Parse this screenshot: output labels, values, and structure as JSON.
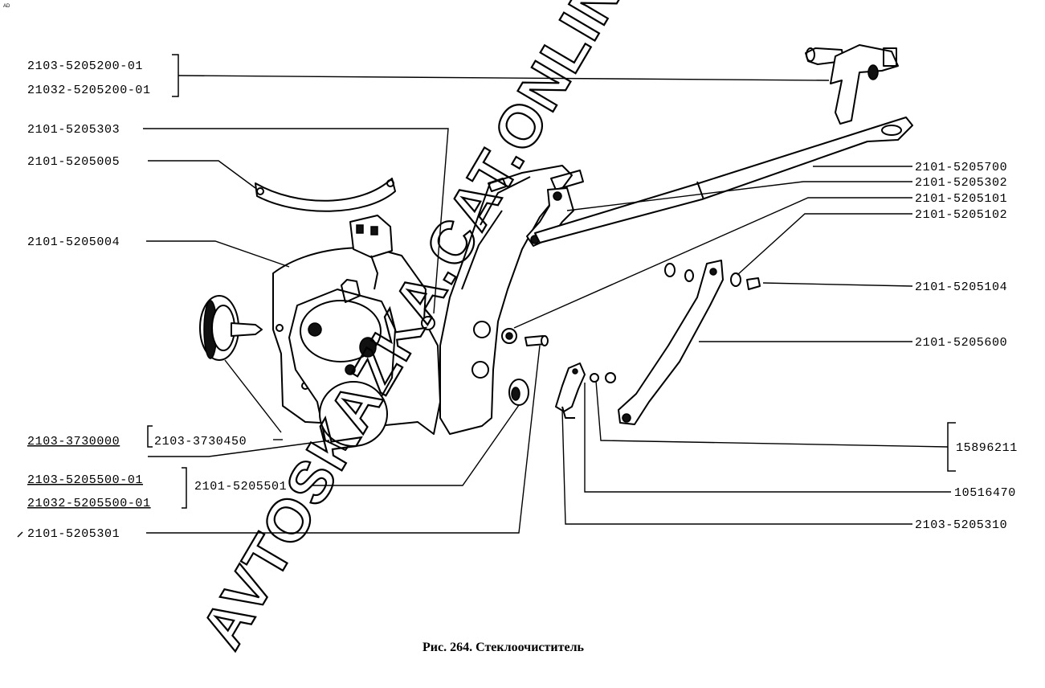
{
  "corner_mark": "AD",
  "labels": {
    "p2103_5205200_01": "2103-5205200-01",
    "p21032_5205200_01": "21032-5205200-01",
    "p2101_5205303": "2101-5205303",
    "p2101_5205005": "2101-5205005",
    "p2101_5205004": "2101-5205004",
    "p2103_3730000": "2103-3730000",
    "p2103_3730450": "2103-3730450",
    "p2103_5205500_01": "2103-5205500-01",
    "p21032_5205500_01": "21032-5205500-01",
    "p2101_5205501": "2101-5205501",
    "p2101_5205301": "2101-5205301",
    "p2101_5205700": "2101-5205700",
    "p2101_5205302": "2101-5205302",
    "p2101_5205101": "2101-5205101",
    "p2101_5205102": "2101-5205102",
    "p2101_5205104": "2101-5205104",
    "p2101_5205600": "2101-5205600",
    "p15896211": "15896211",
    "p10516470": "10516470",
    "p2103_5205310": "2103-5205310"
  },
  "caption": "Рис. 264. Стеклоочиститель",
  "watermark": "AVTOSKAZKA.CAT.ONLINE"
}
